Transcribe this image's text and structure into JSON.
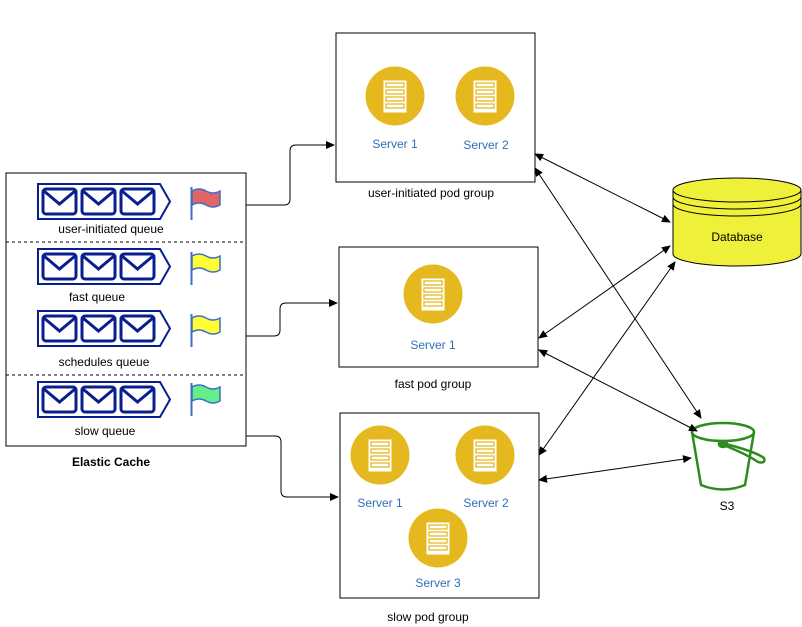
{
  "colors": {
    "server_fill": "#e6b820",
    "server_label": "#2f6fb8",
    "queue_icon": "#0a1f8f",
    "flag_red": "#e06666",
    "flag_yellow": "#ffff33",
    "flag_green": "#66ee88",
    "flag_outline": "#3b6fc9",
    "database_fill": "#eef03a",
    "s3_green": "#2e8b1e"
  },
  "cache": {
    "label": "Elastic Cache",
    "queues": [
      {
        "label": "user-initiated queue",
        "flag": "flag_red"
      },
      {
        "label": "fast queue",
        "flag": "flag_yellow"
      },
      {
        "label": "schedules queue",
        "flag": "flag_yellow"
      },
      {
        "label": "slow queue",
        "flag": "flag_green"
      }
    ]
  },
  "groups": {
    "user": {
      "label": "user-initiated pod group",
      "servers": [
        "Server 1",
        "Server 2"
      ]
    },
    "fast": {
      "label": "fast pod group",
      "servers": [
        "Server 1"
      ]
    },
    "slow": {
      "label": "slow pod group",
      "servers": [
        "Server 1",
        "Server 2",
        "Server 3"
      ]
    }
  },
  "database": {
    "label": "Database"
  },
  "s3": {
    "label": "S3"
  },
  "icons": {
    "queue": "message-queue-icon",
    "server": "server-icon",
    "flag": "flag-icon",
    "database": "database-icon",
    "bucket": "s3-bucket-icon"
  }
}
